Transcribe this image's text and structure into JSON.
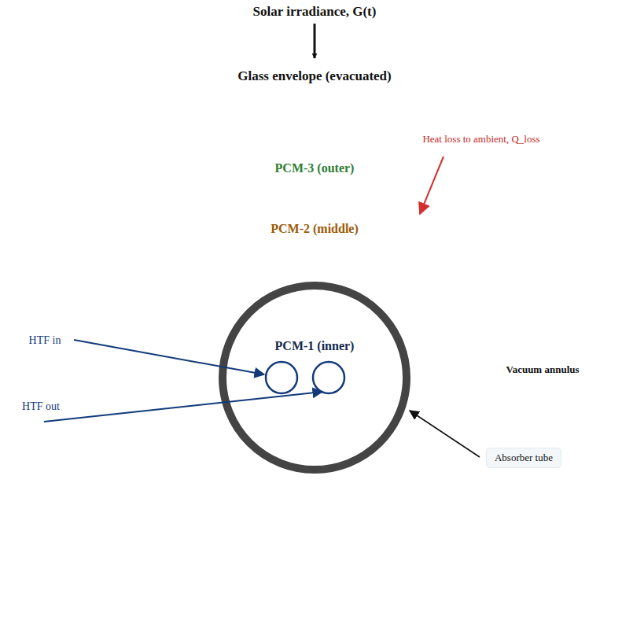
{
  "diagram": {
    "nodes": [
      {
        "text": [
          "Glass envelope (evacuated)"
        ]
      },
      {
        "text": [
          "PCM-3 (outer)"
        ],
        "in": 0
      },
      {
        "text": [
          "PCM-2 (middle)"
        ],
        "in": 1
      },
      {
        "text": [
          "PCM-1 (inner)"
        ],
        "in": 2
      }
    ],
    "labels": [
      "Solar irradiance, G(t)",
      "Heat loss to ambient, Q_loss",
      "HTF in",
      "HTF out",
      "Vacuum annulus",
      "Absorber tube"
    ]
  }
}
